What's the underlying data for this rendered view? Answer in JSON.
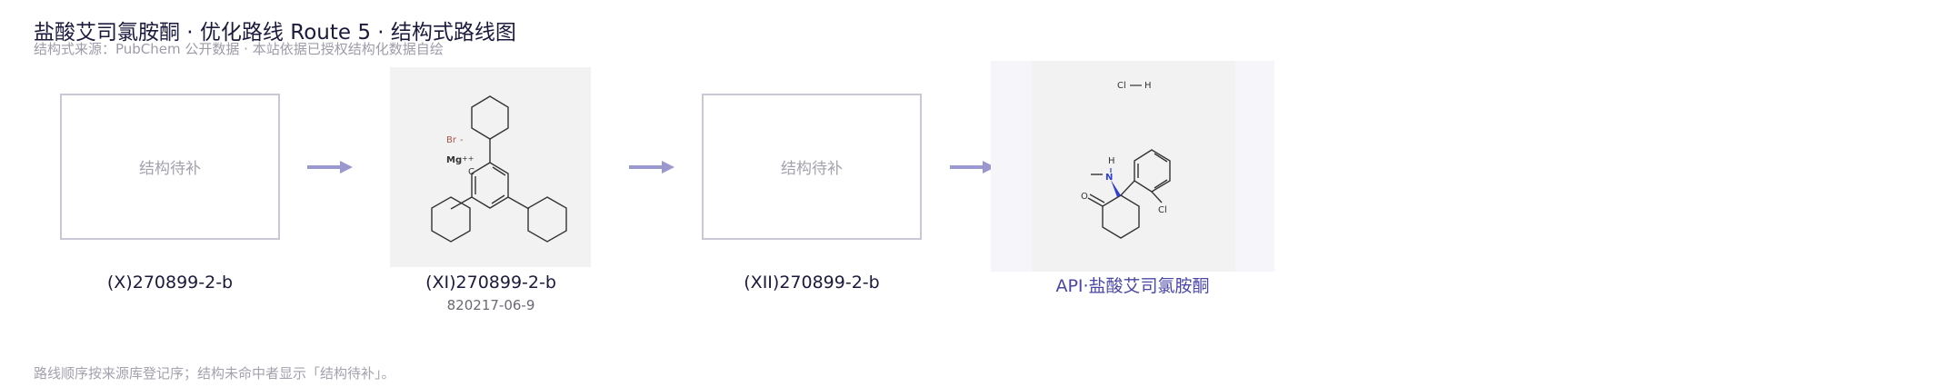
{
  "header": {
    "title": "盐酸艾司氯胺酮 · 优化路线 Route 5 · 结构式路线图",
    "subtitle": "结构式来源：PubChem 公开数据 · 本站依据已授权结构化数据自绘"
  },
  "steps": [
    {
      "label": "(X)270899-2-b",
      "placeholder": "结构待补"
    },
    {
      "label": "(XI)270899-2-b",
      "cas": "820217-06-9",
      "atoms": {
        "br": "Br",
        "mg": "Mg",
        "c": "C",
        "plus": "++",
        "minus": "-"
      }
    },
    {
      "label": "(XII)270899-2-b",
      "placeholder": "结构待补"
    },
    {
      "label": "API·盐酸艾司氯胺酮",
      "atoms": {
        "cl_salt": "Cl",
        "h_salt": "H",
        "h": "H",
        "n": "N",
        "o": "O",
        "cl": "Cl"
      }
    }
  ],
  "footnote": "路线顺序按来源库登记序；结构未命中者显示「结构待补」。",
  "colors": {
    "arrow": "#9b98cf",
    "api_label": "#4a46a6",
    "nitrogen": "#2f3fd0",
    "bromine": "#a0584a"
  }
}
